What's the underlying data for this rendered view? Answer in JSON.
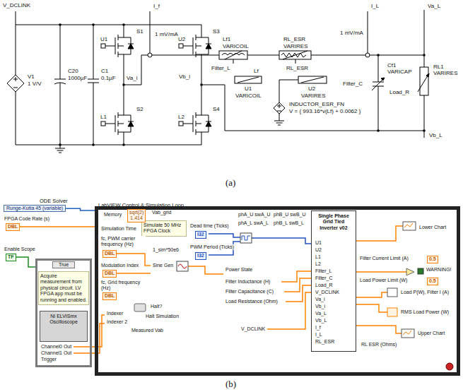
{
  "diagram": {
    "nodes": [
      {
        "text": [
          "ODE Solver",
          "Runge-Kutta 45 (variable)"
        ]
      },
      {
        "text": [
          "True"
        ]
      },
      {
        "text": [
          "Acquire measurement from physical circuit. LV FPGA app must be running and enabled."
        ],
        "in": 1
      },
      {
        "text": [
          "NI ELVISmx Oscilloscope"
        ],
        "in": 1
      },
      {
        "text": [
          "LabVIEW Control & Simulation Loop"
        ]
      },
      {
        "text": [
          "Simulate 50 MHz FPGA Clock"
        ],
        "in": 4
      },
      {
        "text": [
          "Single Phase Grid Tied Inverter v02"
        ],
        "in": 4
      },
      {
        "text": [
          "sqrt(2)",
          "1.414"
        ],
        "in": 4
      }
    ],
    "edges": [
      {
        "from": 0,
        "to": 4,
        "arrow": "none"
      }
    ],
    "labels": [
      "V_DCLINK",
      "V1",
      "1 V/V",
      "C20",
      "1000µF",
      "C1",
      "0.1µF",
      "U1",
      "S1",
      "Va_i",
      "I_f",
      "1 mV/mA",
      "U2",
      "S3",
      "Vb_i",
      "L1",
      "S2",
      "L2",
      "S4",
      "Lf1",
      "VARICOIL",
      "RL_ESR",
      "VARIRES",
      "Filter_L",
      "Lf",
      "RL_ESR",
      "U1",
      "VARICOIL",
      "U2",
      "VARIRES",
      "INDUCTOR_ESR_FN",
      "V = { 993.16*v(Lf) + 0.0062 }",
      "I_L",
      "1 mV/mA",
      "Va_L",
      "Cf1",
      "VARICAP",
      "Filter_C",
      "Load_R",
      "RL1",
      "VARIRES",
      "Vb_L",
      "(a)",
      "FPGA Code Rate (s)",
      "DBL",
      "Enable Scope",
      "TF",
      "Channel0 Out",
      "Channel1 Out",
      "Trigger",
      "Memory",
      "Vab_grid",
      "Simulation Time",
      "1_sim*50e6",
      "Dead time (Ticks)",
      "I32",
      "fc, PWM carrier frequency (Hz)",
      "DBL",
      "PWM Period (Ticks)",
      "I32",
      "Modulation Index",
      "DBL",
      "Sine Gen",
      "fc, Grid frequency (Hz)",
      "DBL",
      "Power State",
      "Filter Inductance (H)",
      "Filter Capacitance (C)",
      "Load Resistance (Ohm)",
      "Indexer",
      "Indexer 2",
      "Halt?",
      "Halt Simulation",
      "Measured Vab",
      "V_DCLINK",
      "phA_U swA_U",
      "phB_U swB_U",
      "phA_L swA_L",
      "phB_L swB_L",
      "U1",
      "U2",
      "L1",
      "L2",
      "Filter_L",
      "Filter_C",
      "Load_R",
      "V_DCLINK",
      "Va_i",
      "Vb_i",
      "Va_L",
      "Vb_L",
      "I_f",
      "I_L",
      "RL_ESR",
      "RL ESR (Ohms)",
      "Lower Chart",
      "Filter Current Limit (A)",
      "0.5",
      "WARNING!",
      "Load Power Limit (W)",
      "0.5",
      "Load P(W), Filter I (A)",
      "RMS Load Power (W)",
      "Upper Chart",
      "(b)"
    ]
  }
}
